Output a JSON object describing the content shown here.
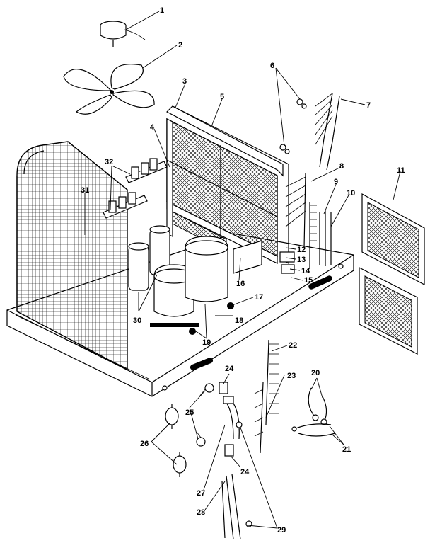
{
  "diagram": {
    "callouts": [
      "1",
      "2",
      "3",
      "4",
      "5",
      "6",
      "7",
      "8",
      "9",
      "10",
      "11",
      "12",
      "13",
      "14",
      "15",
      "16",
      "17",
      "18",
      "19",
      "20",
      "21",
      "22",
      "23",
      "24",
      "24",
      "25",
      "26",
      "27",
      "28",
      "29",
      "30",
      "31",
      "32"
    ]
  }
}
